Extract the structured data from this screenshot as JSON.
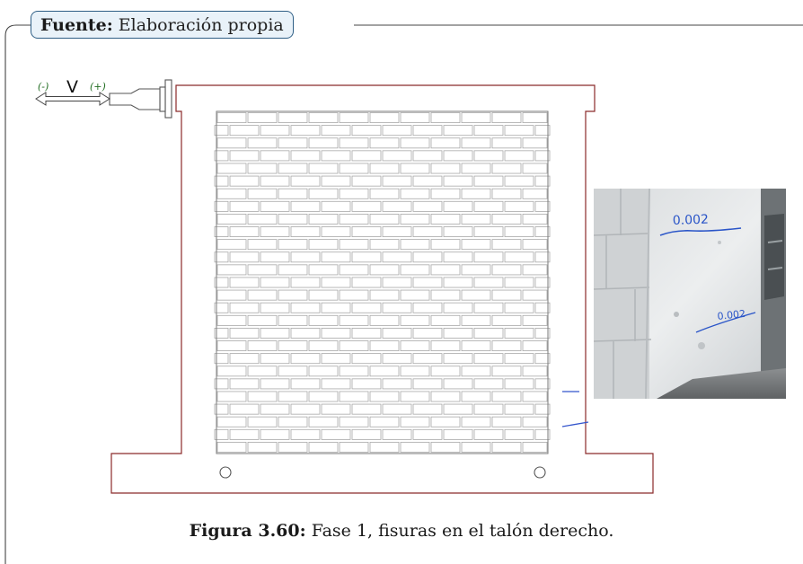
{
  "source": {
    "label": "Fuente:",
    "text": "Elaboración propia"
  },
  "load": {
    "negative": "(-)",
    "symbol": "V",
    "positive": "(+)"
  },
  "photo": {
    "crack_labels": [
      "0.002",
      "0.002"
    ]
  },
  "caption": {
    "label": "Figura 3.60:",
    "text": "Fase 1, fisuras en el talón derecho."
  },
  "colors": {
    "frame": "#8b2a2a",
    "brick": "#a8a8a8",
    "load_text": "#1f6b1f",
    "crack_marks": "#3355cc",
    "pen": "#2a55c8"
  }
}
